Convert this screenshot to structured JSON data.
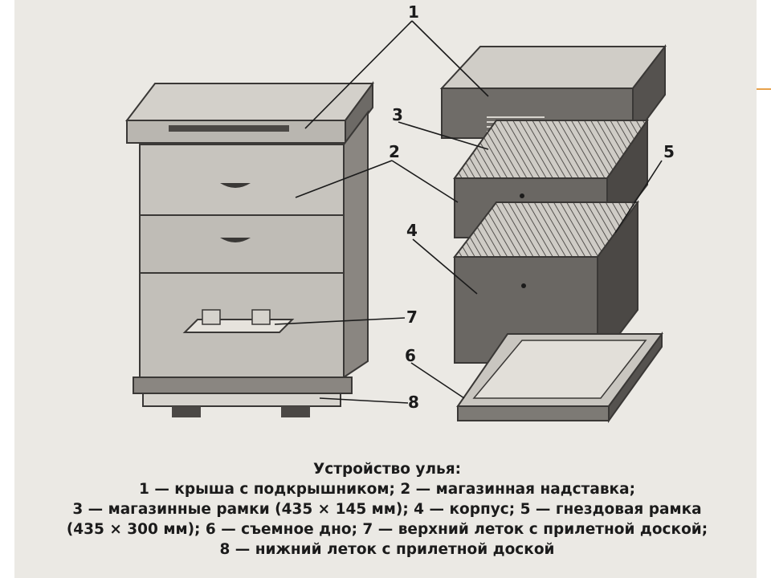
{
  "callouts": [
    "1",
    "2",
    "3",
    "4",
    "5",
    "6",
    "7",
    "8"
  ],
  "caption": {
    "title": "Устройство улья:",
    "lines": [
      "1 — крыша с подкрышником; 2 — магазинная надставка;",
      "3 — магазинные рамки (435 × 145 мм); 4 — корпус; 5 — гнездовая рамка",
      "(435 × 300 мм); 6 — съемное дно; 7 — верхний леток с прилетной доской;",
      "8 — нижний леток с прилетной доской"
    ]
  },
  "colors": {
    "wood_light": "#d9d6cf",
    "wood_mid": "#9f9b95",
    "wood_dark": "#55524f",
    "ink": "#1b1b1b",
    "accent": "#e8a14a"
  }
}
